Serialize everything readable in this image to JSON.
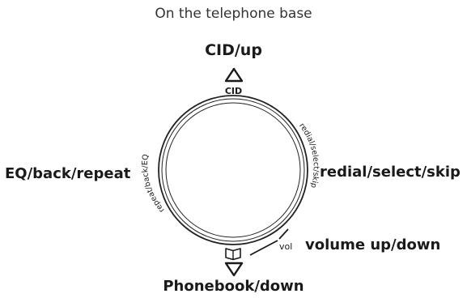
{
  "diagram": {
    "heading": "On the telephone base",
    "labels": {
      "top": "CID/up",
      "left": "EQ/back/repeat",
      "right": "redial/select/skip",
      "volume": "volume up/down",
      "bottom": "Phonebook/down"
    },
    "ring_labels": {
      "left_arc": "repeat/back/EQ",
      "right_arc": "redial/select/skip"
    },
    "small_labels": {
      "cid": "CID",
      "vol": "vol"
    },
    "icons": {
      "top": "up-triangle-icon",
      "bottom_book": "phonebook-icon",
      "bottom_arrow": "down-triangle-icon"
    },
    "colors": {
      "text": "#1a1a1a",
      "ring": "#222222",
      "heading": "#333333"
    }
  }
}
